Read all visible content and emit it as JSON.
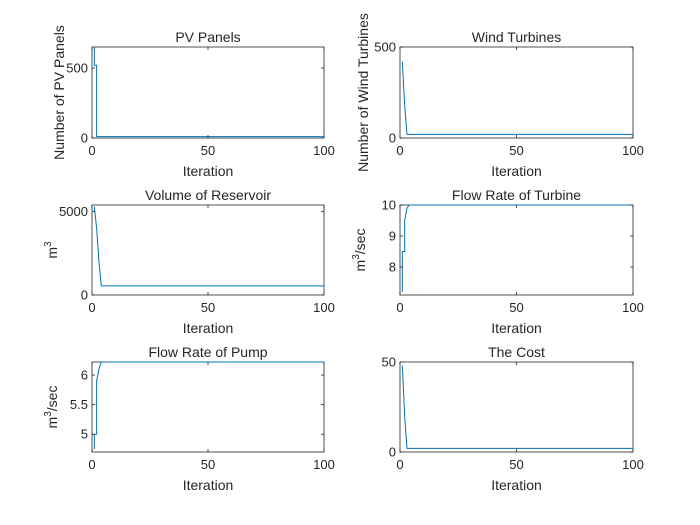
{
  "chart_data": [
    {
      "type": "line",
      "title": "PV Panels",
      "xlabel": "Iteration",
      "ylabel": "Number of PV Panels",
      "ylabel_sup": "",
      "ylabel_after": "",
      "xlim": [
        0,
        100
      ],
      "ylim": [
        0,
        650
      ],
      "xticks": [
        0,
        50,
        100
      ],
      "yticks": [
        0,
        500
      ],
      "grid": false,
      "color": "#0072BD",
      "series": [
        {
          "x": [
            1,
            1,
            2,
            2,
            3,
            100
          ],
          "y": [
            650,
            520,
            520,
            10,
            10,
            10
          ]
        }
      ]
    },
    {
      "type": "line",
      "title": "Wind Turbines",
      "xlabel": "Iteration",
      "ylabel": "Number of Wind Turbines",
      "ylabel_sup": "",
      "ylabel_after": "",
      "xlim": [
        0,
        100
      ],
      "ylim": [
        0,
        500
      ],
      "xticks": [
        0,
        50,
        100
      ],
      "yticks": [
        0,
        500
      ],
      "grid": false,
      "color": "#0072BD",
      "series": [
        {
          "x": [
            1,
            2,
            3,
            100
          ],
          "y": [
            420,
            180,
            20,
            20
          ]
        }
      ]
    },
    {
      "type": "line",
      "title": "Volume of Reservoir",
      "xlabel": "Iteration",
      "ylabel": "m",
      "ylabel_sup": "3",
      "ylabel_after": "",
      "xlim": [
        0,
        100
      ],
      "ylim": [
        0,
        5400
      ],
      "xticks": [
        0,
        50,
        100
      ],
      "yticks": [
        0,
        5000
      ],
      "grid": false,
      "color": "#0072BD",
      "series": [
        {
          "x": [
            1,
            2,
            3,
            4,
            100
          ],
          "y": [
            5300,
            4000,
            2000,
            550,
            550
          ]
        }
      ]
    },
    {
      "type": "line",
      "title": "Flow Rate of Turbine",
      "xlabel": "Iteration",
      "ylabel": "m",
      "ylabel_sup": "3",
      "ylabel_after": "/sec",
      "xlim": [
        0,
        100
      ],
      "ylim": [
        7.1,
        10
      ],
      "xticks": [
        0,
        50,
        100
      ],
      "yticks": [
        8,
        9,
        10
      ],
      "grid": false,
      "color": "#0072BD",
      "series": [
        {
          "x": [
            1,
            1,
            2,
            2,
            3,
            4,
            100
          ],
          "y": [
            7.2,
            8.5,
            8.5,
            9.5,
            9.9,
            10,
            10
          ]
        }
      ]
    },
    {
      "type": "line",
      "title": "Flow Rate of Pump",
      "xlabel": "Iteration",
      "ylabel": "m",
      "ylabel_sup": "3",
      "ylabel_after": "/sec",
      "xlim": [
        0,
        100
      ],
      "ylim": [
        4.7,
        6.22
      ],
      "xticks": [
        0,
        50,
        100
      ],
      "yticks": [
        5,
        5.5,
        6
      ],
      "grid": false,
      "color": "#0072BD",
      "series": [
        {
          "x": [
            1,
            1,
            2,
            2,
            3,
            4,
            100
          ],
          "y": [
            4.75,
            5.0,
            5.0,
            5.9,
            6.1,
            6.22,
            6.22
          ]
        }
      ]
    },
    {
      "type": "line",
      "title": "The Cost",
      "xlabel": "Iteration",
      "ylabel": "",
      "ylabel_sup": "",
      "ylabel_after": "",
      "xlim": [
        0,
        100
      ],
      "ylim": [
        0,
        50
      ],
      "xticks": [
        0,
        50,
        100
      ],
      "yticks": [
        0,
        50
      ],
      "grid": false,
      "color": "#0072BD",
      "series": [
        {
          "x": [
            1,
            2,
            3,
            100
          ],
          "y": [
            48,
            20,
            2,
            2
          ]
        }
      ]
    }
  ]
}
